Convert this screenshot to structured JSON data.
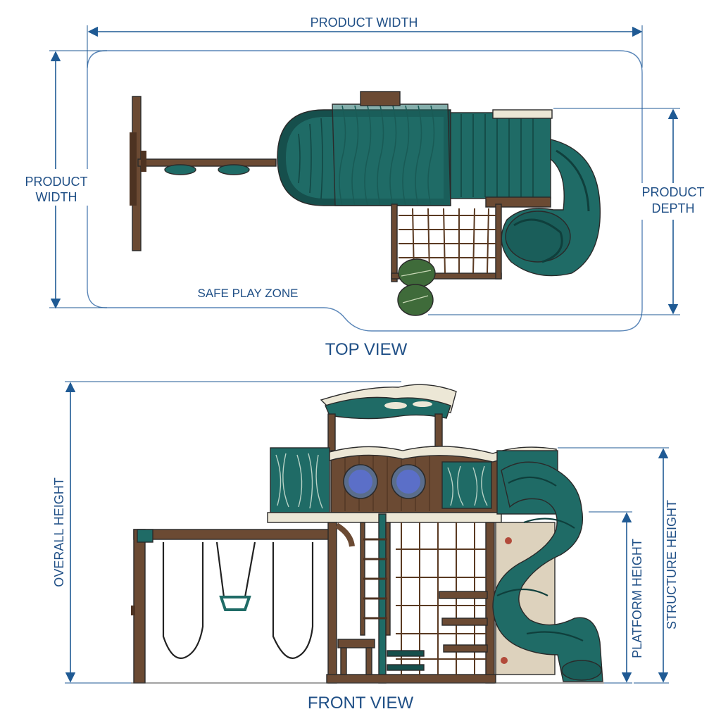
{
  "top_view": {
    "title": "TOP VIEW",
    "product_width_top": "PRODUCT WIDTH",
    "product_width_side_line1": "PRODUCT",
    "product_width_side_line2": "WIDTH",
    "product_depth_line1": "PRODUCT",
    "product_depth_line2": "DEPTH",
    "safe_play_zone": "SAFE PLAY ZONE"
  },
  "front_view": {
    "title": "FRONT VIEW",
    "overall_height": "OVERALL HEIGHT",
    "platform_height": "PLATFORM HEIGHT",
    "structure_height": "STRUCTURE HEIGHT"
  },
  "colors": {
    "dimension_line": "#1f5a94",
    "label_text": "#1f4f86",
    "teal_plastic": "#1f6b66",
    "wood": "#6b4a33",
    "cream_trim": "#ece7d6"
  }
}
